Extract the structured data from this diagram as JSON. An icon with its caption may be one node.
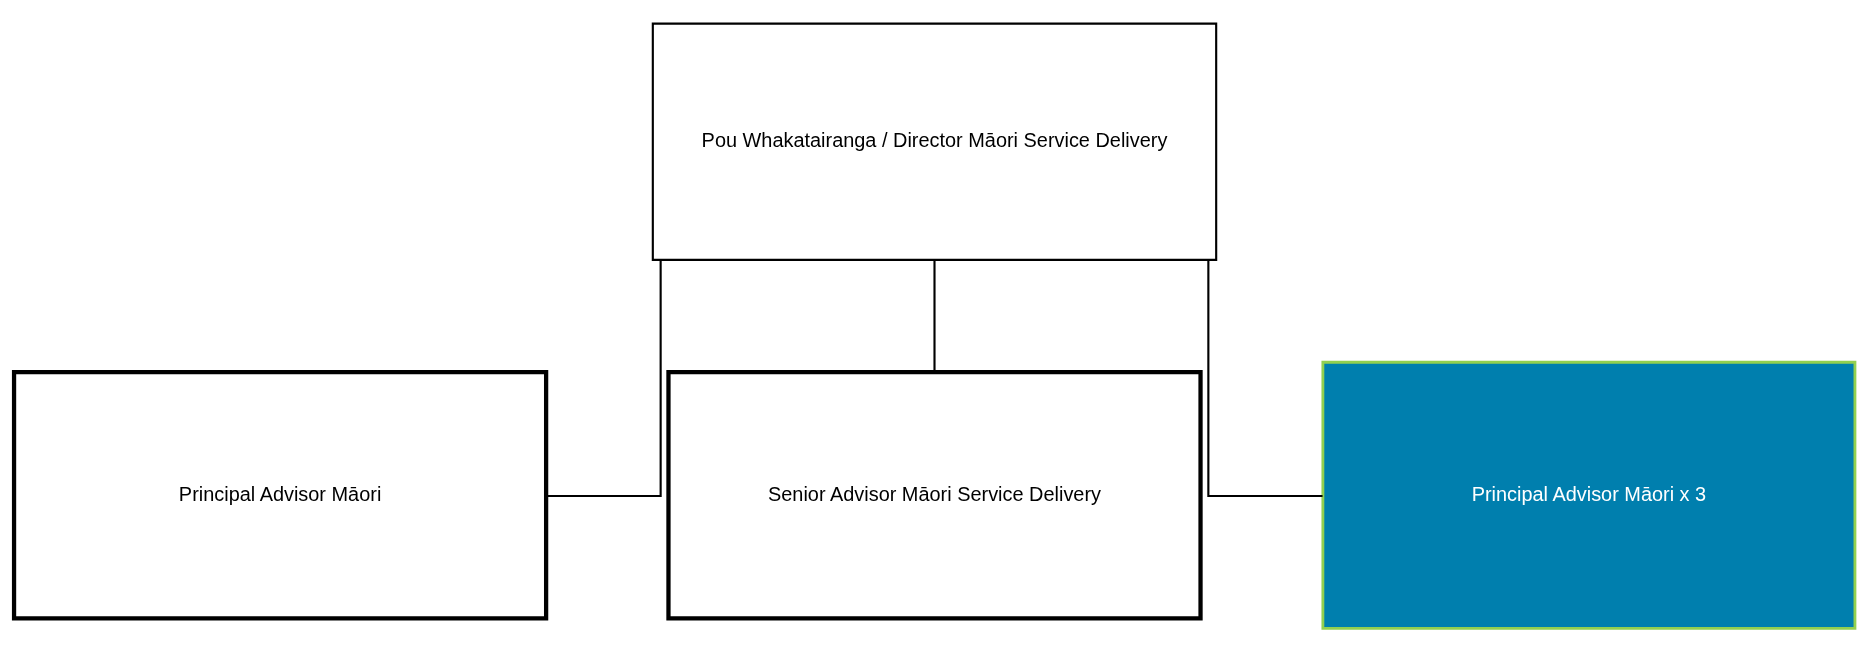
{
  "diagram": {
    "nodes": [
      {
        "text": [
          "Pou Whakatairanga / Director Māori Service Delivery"
        ]
      },
      {
        "text": [
          "Principal Advisor Māori"
        ]
      },
      {
        "text": [
          "Senior Advisor Māori Service Delivery"
        ]
      },
      {
        "text": [
          "Principal Advisor Māori x 3"
        ]
      }
    ],
    "edges": [
      {
        "from": 0,
        "to": 1,
        "arrow": "none"
      },
      {
        "from": 0,
        "to": 2,
        "arrow": "none"
      },
      {
        "from": 0,
        "to": 3,
        "arrow": "none"
      }
    ]
  }
}
